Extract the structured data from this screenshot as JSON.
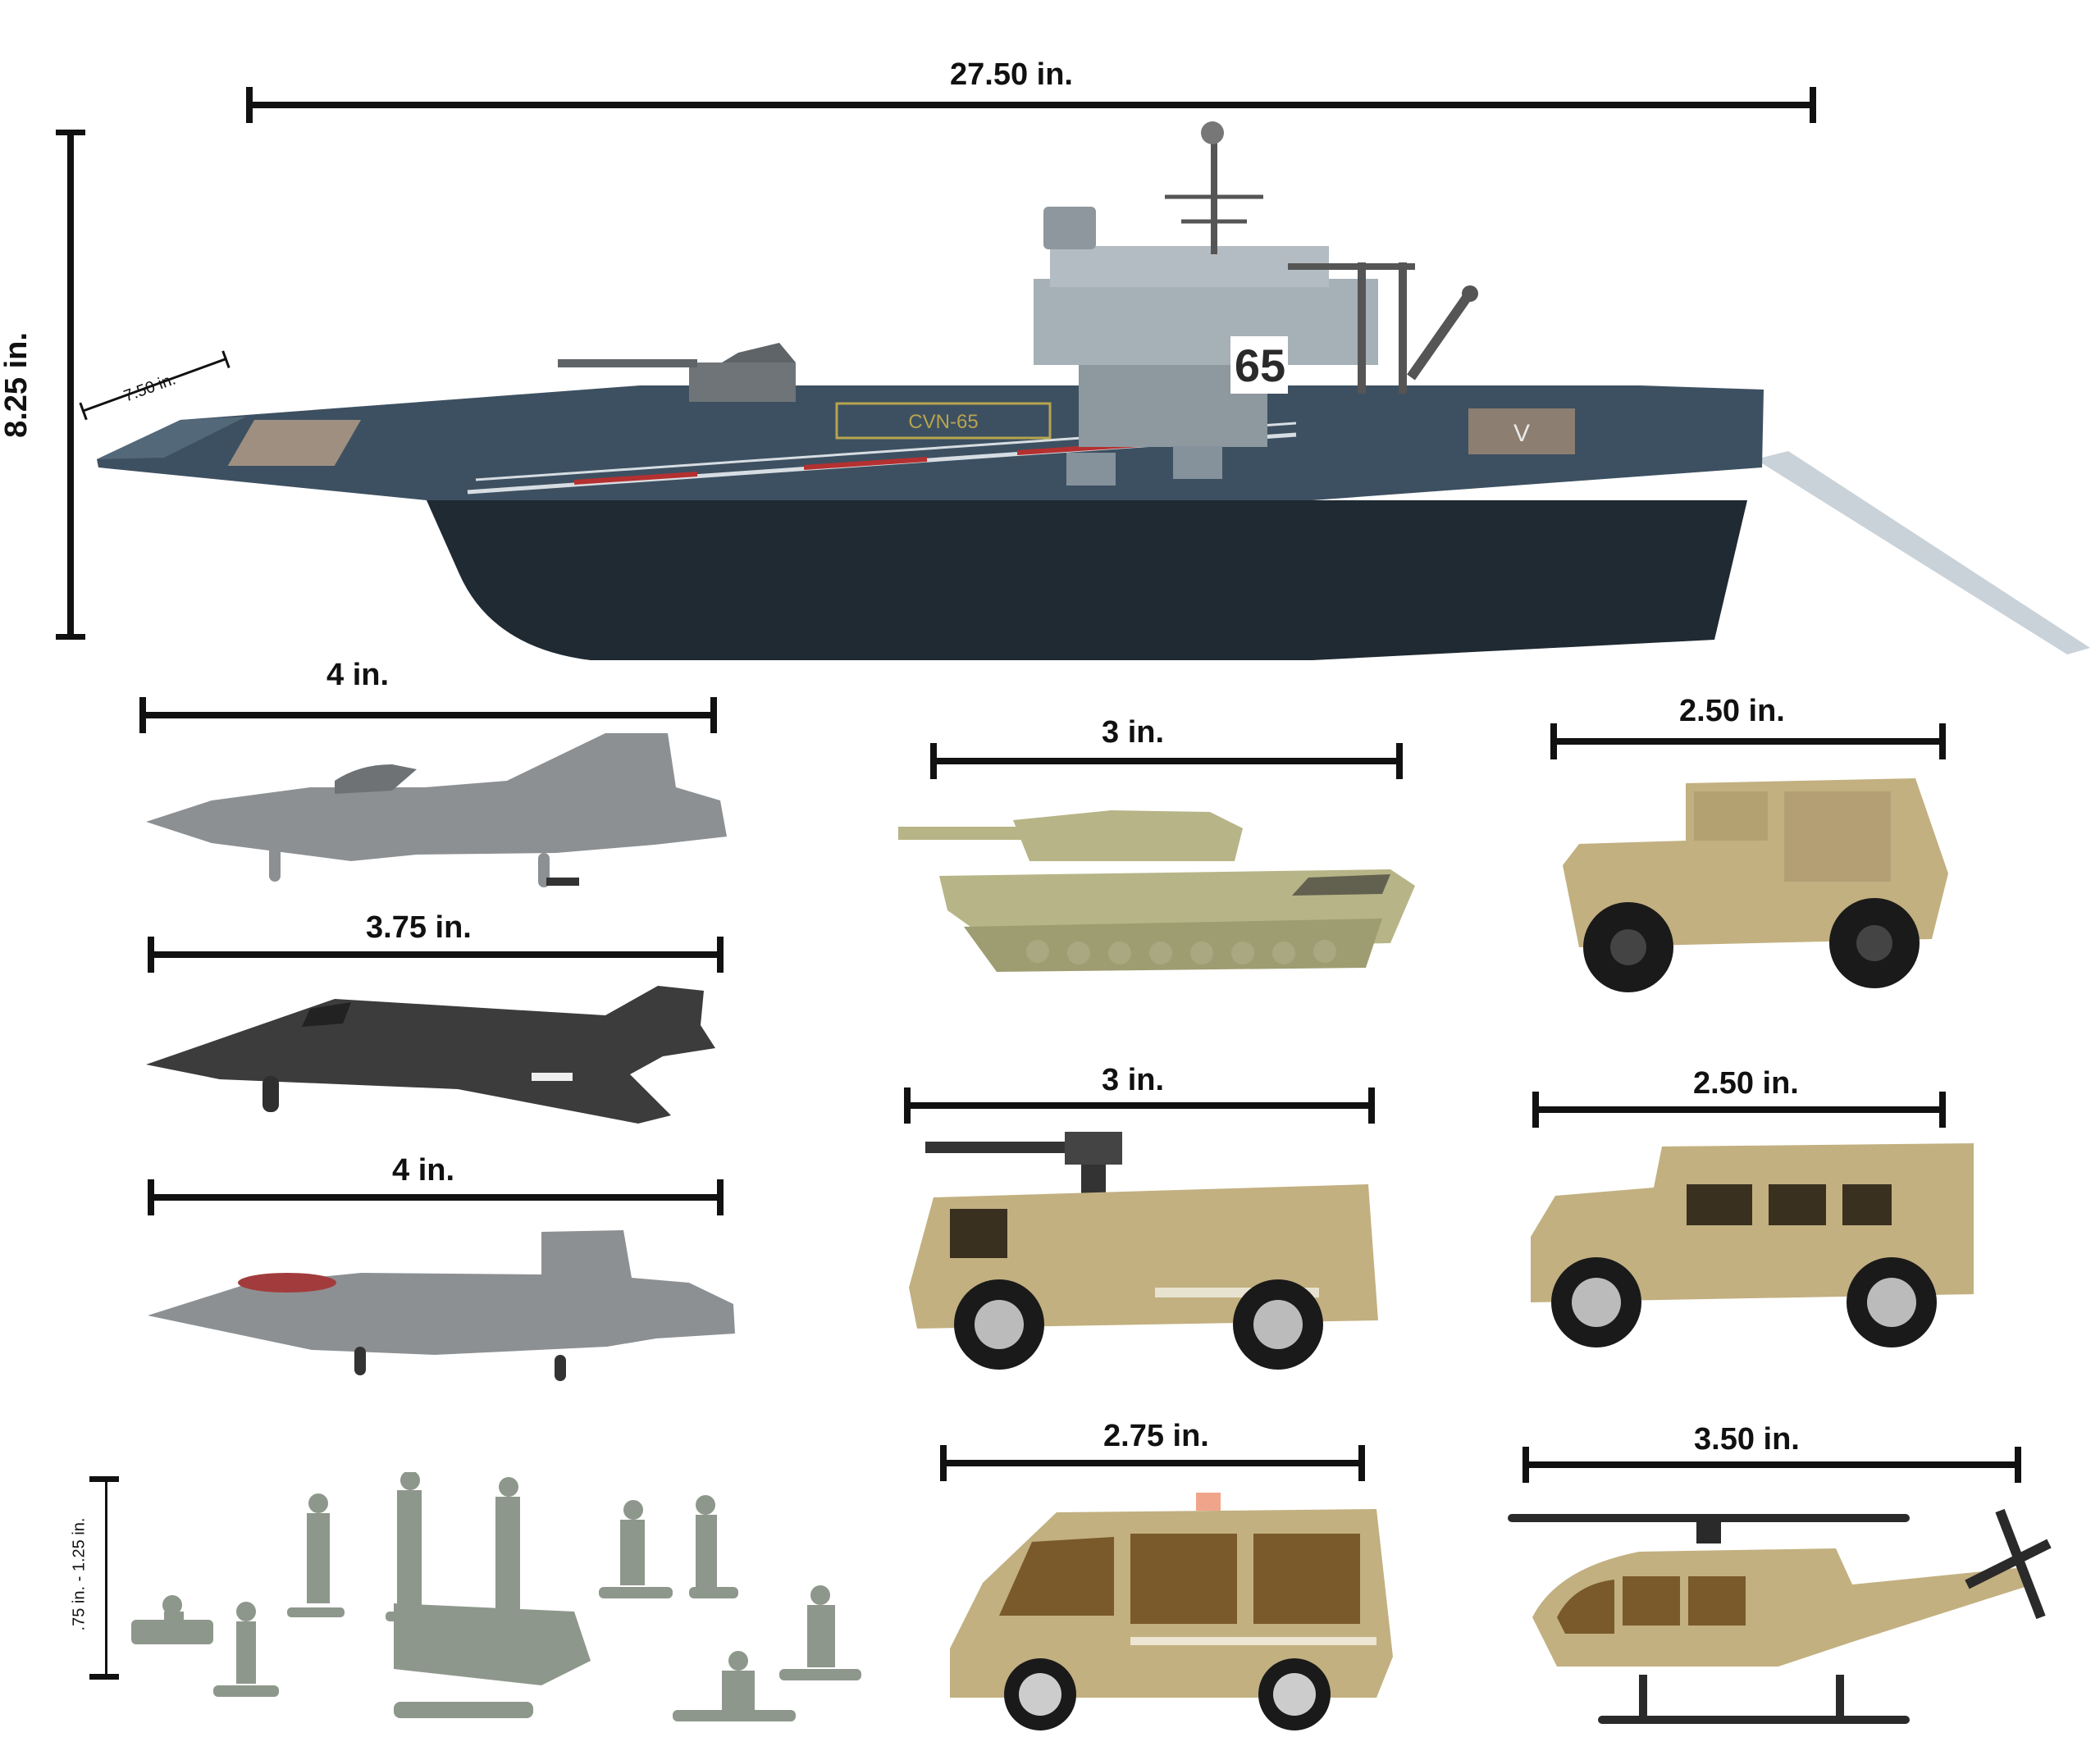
{
  "image": {
    "items": [
      {
        "id": "carrier",
        "name": "aircraft carrier",
        "label": "27.50 in.",
        "height_label": "8.25 in.",
        "depth_label": "7.50 in.",
        "deck_text": "CVN-65",
        "hull_number": "65",
        "deck_number": "65"
      },
      {
        "id": "jet1",
        "name": "fighter jet grey",
        "label": "4 in."
      },
      {
        "id": "stealth",
        "name": "stealth jet",
        "label": "3.75 in."
      },
      {
        "id": "jet2",
        "name": "fighter jet raptor",
        "label": "4 in."
      },
      {
        "id": "tank",
        "name": "tank",
        "label": "3 in."
      },
      {
        "id": "jeep",
        "name": "jeep",
        "label": "2.50 in."
      },
      {
        "id": "firetruck",
        "name": "cannon truck",
        "label": "3 in."
      },
      {
        "id": "humvee",
        "name": "humvee",
        "label": "2.50 in."
      },
      {
        "id": "van",
        "name": "van",
        "label": "2.75 in."
      },
      {
        "id": "heli",
        "name": "helicopter",
        "label": "3.50 in."
      },
      {
        "id": "soldiers",
        "name": "soldier figures",
        "label": ".75 in. - 1.25 in."
      }
    ],
    "colors": {
      "hull": "#1f2a33",
      "deck": "#3d5061",
      "deck_light": "#536879",
      "tower": "#9aa6ae",
      "grey_jet": "#8d9093",
      "dark_jet": "#3c3c3c",
      "tan": "#c2b080",
      "tan_dark": "#a8956a",
      "olive": "#b7b587",
      "soldier": "#8e978c",
      "tire": "#1a1a1a",
      "dim_line": "#111111"
    }
  }
}
